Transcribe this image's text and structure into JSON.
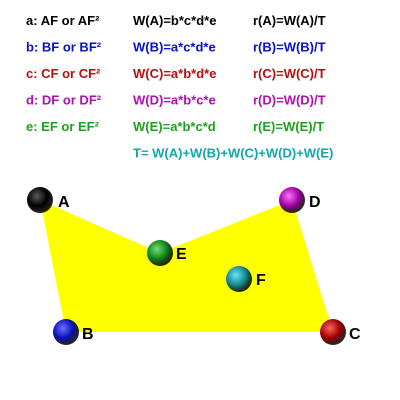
{
  "formula_rows": [
    {
      "key": "a",
      "color": "#000000",
      "definition": "a: AF or AF²",
      "weight": "W(A)=b*c*d*e",
      "ratio": "r(A)=W(A)/T"
    },
    {
      "key": "b",
      "color": "#0a10c8",
      "definition": "b: BF or BF²",
      "weight": "W(B)=a*c*d*e",
      "ratio": "r(B)=W(B)/T"
    },
    {
      "key": "c",
      "color": "#b41010",
      "definition": "c: CF or CF²",
      "weight": "W(C)=a*b*d*e",
      "ratio": "r(C)=W(C)/T"
    },
    {
      "key": "d",
      "color": "#b010b0",
      "definition": "d: DF or DF²",
      "weight": "W(D)=a*b*c*e",
      "ratio": "r(D)=W(D)/T"
    },
    {
      "key": "e",
      "color": "#1ea01e",
      "definition": "e: EF or EF²",
      "weight": "W(E)=a*b*c*d",
      "ratio": "r(E)=W(E)/T"
    }
  ],
  "total_formula": {
    "text": "T= W(A)+W(B)+W(C)+W(D)+W(E)",
    "color": "#10a8a8"
  },
  "polygon": {
    "fill_color": "#ffff00",
    "vertex_order": [
      "A",
      "E",
      "D",
      "C",
      "B"
    ]
  },
  "points": [
    {
      "label": "A",
      "color": "#000000",
      "highlight": "#5a5a5a"
    },
    {
      "label": "B",
      "color": "#0a10b4",
      "highlight": "#6a70ff"
    },
    {
      "label": "C",
      "color": "#a00000",
      "highlight": "#ff6060"
    },
    {
      "label": "D",
      "color": "#a000a0",
      "highlight": "#ff70ff"
    },
    {
      "label": "E",
      "color": "#10801a",
      "highlight": "#70e070"
    },
    {
      "label": "F",
      "color": "#108890",
      "highlight": "#70e0f0"
    }
  ]
}
